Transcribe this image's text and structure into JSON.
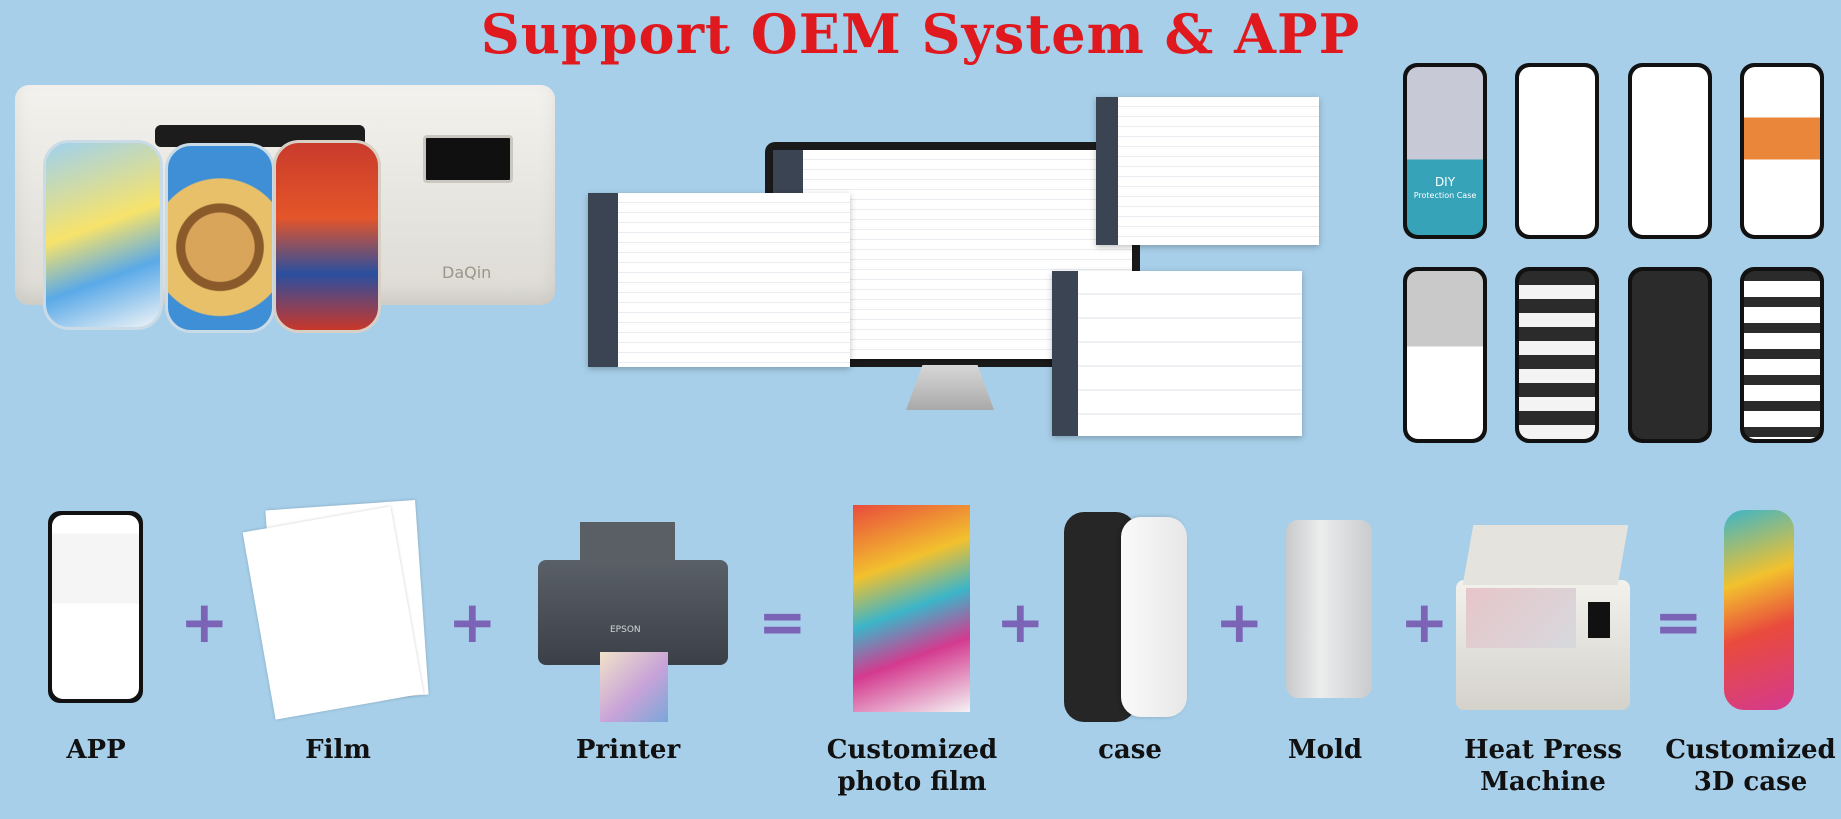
{
  "title": "Support OEM System & APP",
  "machine": {
    "brand": "DaQin"
  },
  "screen": {
    "diy_title": "DIY",
    "diy_sub": "Protection Case"
  },
  "printer": {
    "brand": "EPSON"
  },
  "flow": {
    "plus": "+",
    "equals": "=",
    "items": [
      {
        "label_line1": "APP",
        "label_line2": ""
      },
      {
        "label_line1": "Film",
        "label_line2": ""
      },
      {
        "label_line1": "Printer",
        "label_line2": ""
      },
      {
        "label_line1": "Customized",
        "label_line2": "photo film"
      },
      {
        "label_line1": "case",
        "label_line2": ""
      },
      {
        "label_line1": "Mold",
        "label_line2": ""
      },
      {
        "label_line1": "Heat Press",
        "label_line2": "Machine"
      },
      {
        "label_line1": "Customized",
        "label_line2": "3D case"
      }
    ]
  },
  "colors": {
    "background": "#a7cfe9",
    "title": "#e0191f",
    "operator": "#7b63b6"
  }
}
